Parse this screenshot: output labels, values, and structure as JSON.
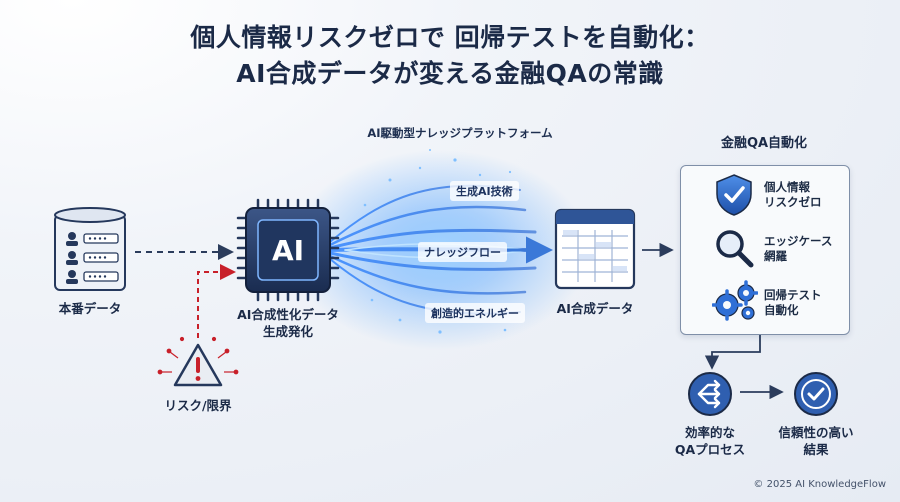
{
  "title": {
    "line1": "個人情報リスクゼロで 回帰テストを自動化：",
    "line2": "AI合成データが変える金融QAの常識"
  },
  "platform_label": "AI駆動型ナレッジプラットフォーム",
  "source": {
    "label": "本番データ"
  },
  "risk": {
    "label": "リスク/限界"
  },
  "engine": {
    "chip_text": "AI",
    "label_line1": "AI合成性化データ",
    "label_line2": "生成発化"
  },
  "flows": {
    "top": "生成AI技術",
    "middle": "ナレッジフロー",
    "bottom": "創造的エネルギー"
  },
  "output": {
    "label": "AI合成データ"
  },
  "qa_panel": {
    "title": "金融QA自動化",
    "features": [
      {
        "icon": "shield-check-icon",
        "line1": "個人情報",
        "line2": "リスクゼロ"
      },
      {
        "icon": "magnifier-icon",
        "line1": "エッジケース",
        "line2": "網羅"
      },
      {
        "icon": "gears-icon",
        "line1": "回帰テスト",
        "line2": "自動化"
      }
    ]
  },
  "results": [
    {
      "icon": "share-arrows-icon",
      "line1": "効率的な",
      "line2": "QAプロセス"
    },
    {
      "icon": "check-circle-icon",
      "line1": "信頼性の高い",
      "line2": "結果"
    }
  ],
  "footer": "© 2025 AI KnowledgeFlow",
  "colors": {
    "navy": "#1b2a47",
    "accent": "#2f6fd6",
    "danger": "#c8202a",
    "glow": "#5aa8ff"
  }
}
